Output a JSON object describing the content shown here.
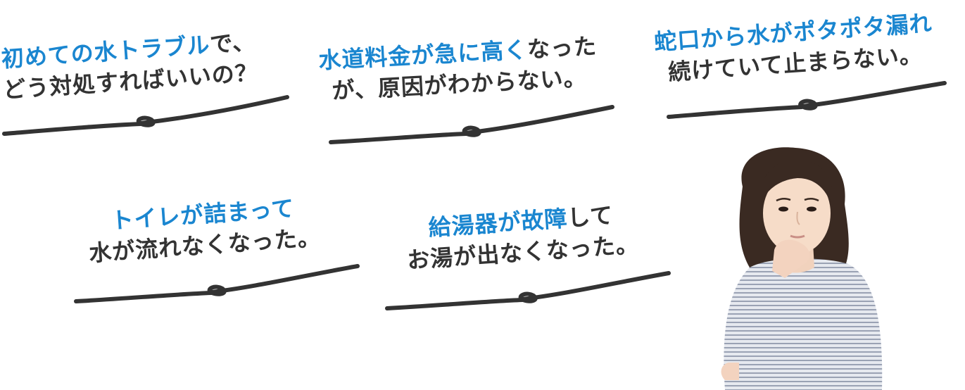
{
  "bubbles": [
    {
      "line1_highlight": "初めての水トラブル",
      "line1_rest": "で、",
      "line2": "どう対処すればいいの？"
    },
    {
      "line1_highlight": "水道料金が急に高く",
      "line1_rest": "なった",
      "line2": "が、原因がわからない。"
    },
    {
      "line1_highlight": "蛇口から水がポタポタ漏れ",
      "line1_rest": "",
      "line2": "続けていて止まらない。"
    },
    {
      "line1_highlight": "トイレが詰まって",
      "line1_rest": "",
      "line2": "水が流れなくなった。"
    },
    {
      "line1_highlight": "給湯器が故障",
      "line1_rest": "して",
      "line2": "お湯が出なくなった。"
    }
  ],
  "colors": {
    "highlight": "#1a86d0",
    "text": "#333333",
    "underline": "#333333"
  },
  "image": {
    "subject": "woman-thinking-illustration"
  }
}
